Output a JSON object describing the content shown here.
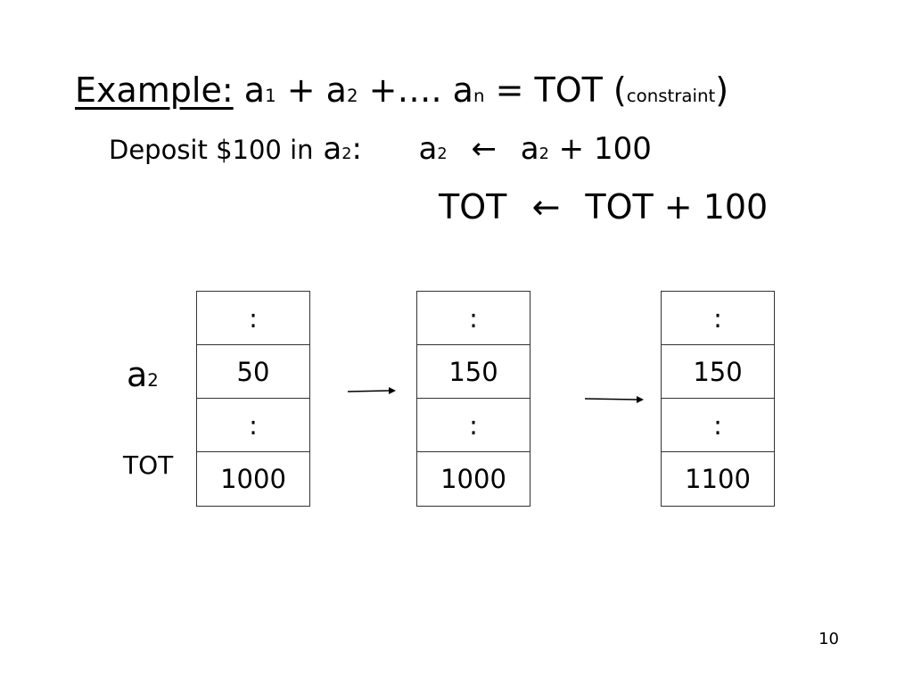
{
  "example": {
    "label": "Example:",
    "a": "a",
    "sub1": "1",
    "plus": "+",
    "sub2": "2",
    "ellipsis": "+….",
    "subn": "n",
    "equals_tot": "= TOT (",
    "constraint": "constraint",
    "close": ")"
  },
  "deposit": {
    "text": "Deposit $100 in",
    "a": "a",
    "sub": "2",
    "colon": ":",
    "lhs_a": "a",
    "lhs_sub": "2",
    "arrow": "←",
    "rhs_a": "a",
    "rhs_sub": "2",
    "rhs_tail": "+ 100"
  },
  "total_update": {
    "lhs": "TOT",
    "arrow": "←",
    "rhs": "TOT + 100"
  },
  "row_labels": {
    "a": "a",
    "a_sub": "2",
    "tot": "TOT"
  },
  "columns": [
    {
      "cells": [
        ":",
        "50",
        ":",
        "1000"
      ]
    },
    {
      "cells": [
        ":",
        "150",
        ":",
        "1000"
      ]
    },
    {
      "cells": [
        ":",
        "150",
        ":",
        "1100"
      ]
    }
  ],
  "page_number": "10"
}
